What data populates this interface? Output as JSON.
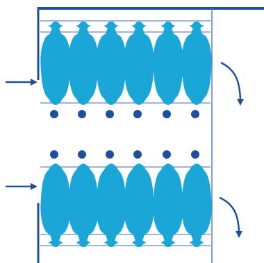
{
  "diagram": {
    "rows": [
      {
        "name": "upper-stall-row",
        "stalls": 6,
        "facing": "up",
        "entry_arrow": "left",
        "exit_arrow": "curved-down-right"
      },
      {
        "name": "lower-stall-row",
        "stalls": 6,
        "facing": "down",
        "entry_arrow": "left",
        "exit_arrow": "curved-down-right"
      }
    ],
    "posts_per_row": 6,
    "post_rows": 2,
    "colors": {
      "animal": "#1aa7d8",
      "frame": "#1f4fa0",
      "post": "#1f4fa0",
      "background": "#ffffff"
    }
  }
}
